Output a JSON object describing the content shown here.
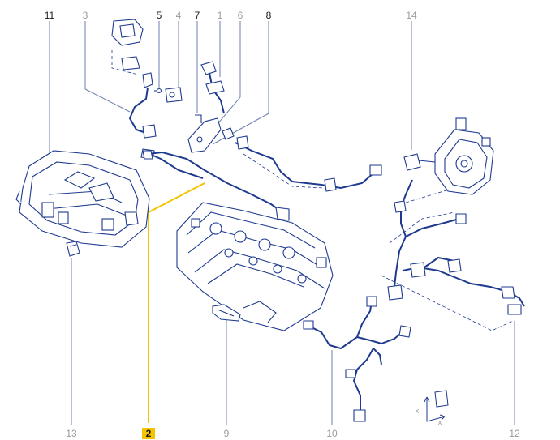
{
  "diagram": {
    "callouts": [
      {
        "id": "11",
        "tone": "dark"
      },
      {
        "id": "3",
        "tone": "gray"
      },
      {
        "id": "5",
        "tone": "dark"
      },
      {
        "id": "4",
        "tone": "gray"
      },
      {
        "id": "7",
        "tone": "dark"
      },
      {
        "id": "1",
        "tone": "gray"
      },
      {
        "id": "6",
        "tone": "gray"
      },
      {
        "id": "8",
        "tone": "dark"
      },
      {
        "id": "14",
        "tone": "gray"
      },
      {
        "id": "13",
        "tone": "gray"
      },
      {
        "id": "2",
        "tone": "highlight"
      },
      {
        "id": "9",
        "tone": "gray"
      },
      {
        "id": "10",
        "tone": "gray"
      },
      {
        "id": "12",
        "tone": "gray"
      }
    ],
    "axis_letters": [
      "x",
      "x"
    ],
    "colors": {
      "part_stroke": "#1e3a8f",
      "leader_line": "#6b7fb0",
      "highlight": "#f5c400",
      "dark_label": "#1a1a1a",
      "gray_label": "#9a9a9a"
    }
  }
}
